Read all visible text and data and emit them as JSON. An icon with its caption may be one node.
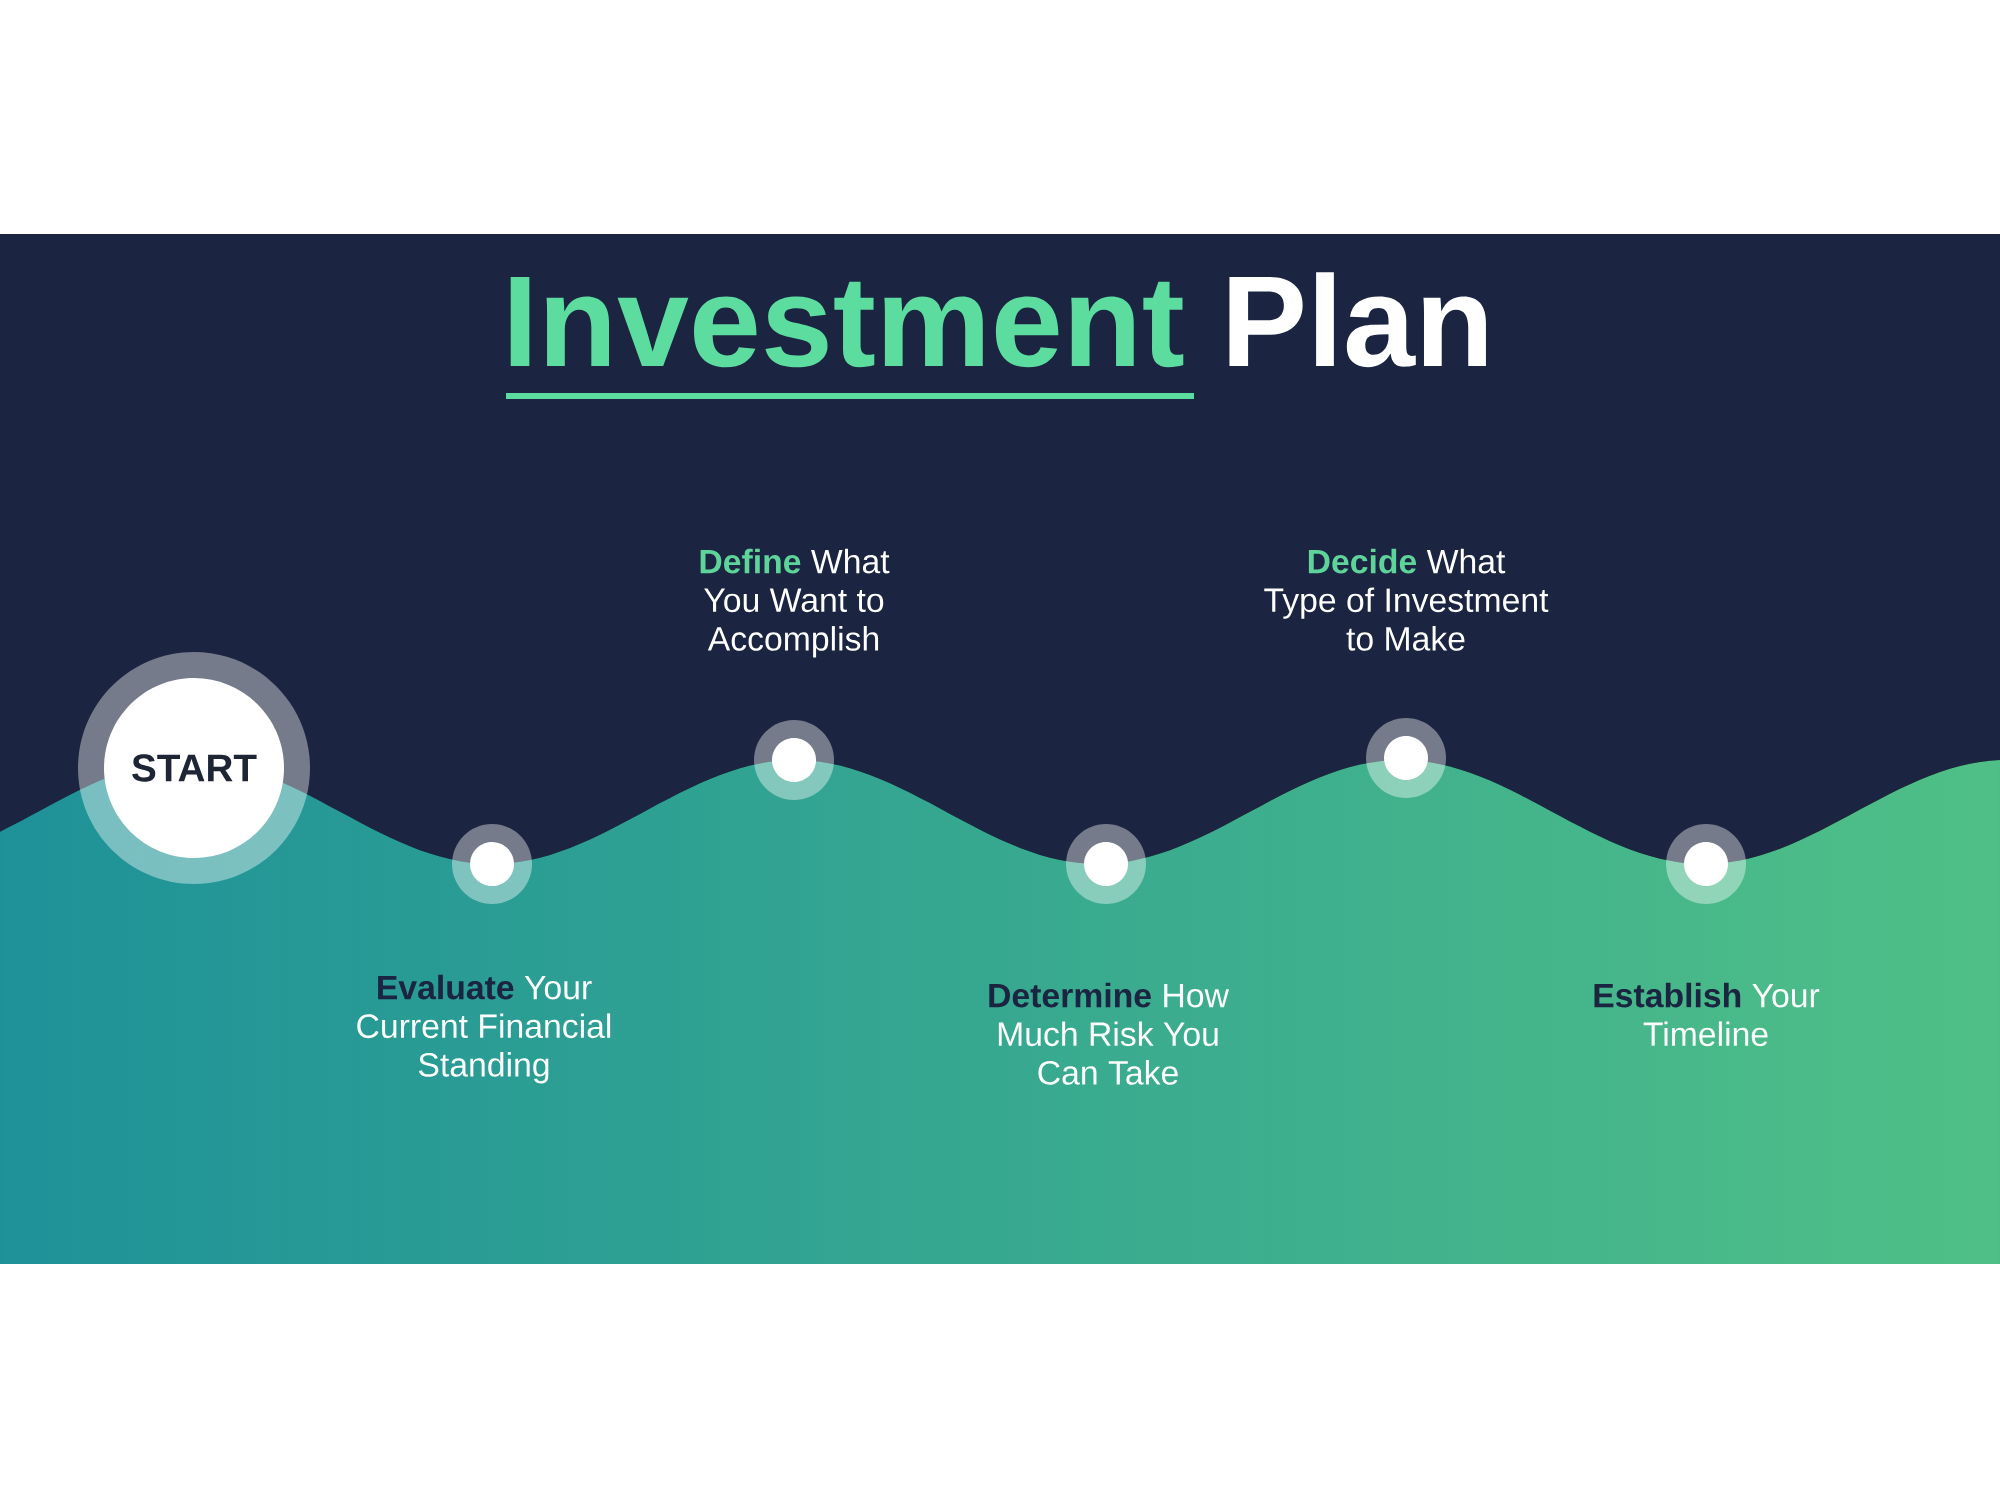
{
  "diagram": {
    "title": "**Investment** Plan",
    "nodes": [
      {
        "text": [
          "START"
        ]
      },
      {
        "text": [],
        "shape": "circle",
        "beside": [
          "**Evaluate** Your Current Financial Standing"
        ]
      },
      {
        "text": [],
        "shape": "circle",
        "beside": [
          "**Define** What You Want to Accomplish"
        ]
      },
      {
        "text": [],
        "shape": "circle",
        "beside": [
          "**Determine** How Much Risk You Can Take"
        ]
      },
      {
        "text": [],
        "shape": "circle",
        "beside": [
          "**Decide** What Type of Investment to Make"
        ]
      },
      {
        "text": [],
        "shape": "circle",
        "beside": [
          "**Establish** Your Timeline"
        ]
      }
    ]
  }
}
